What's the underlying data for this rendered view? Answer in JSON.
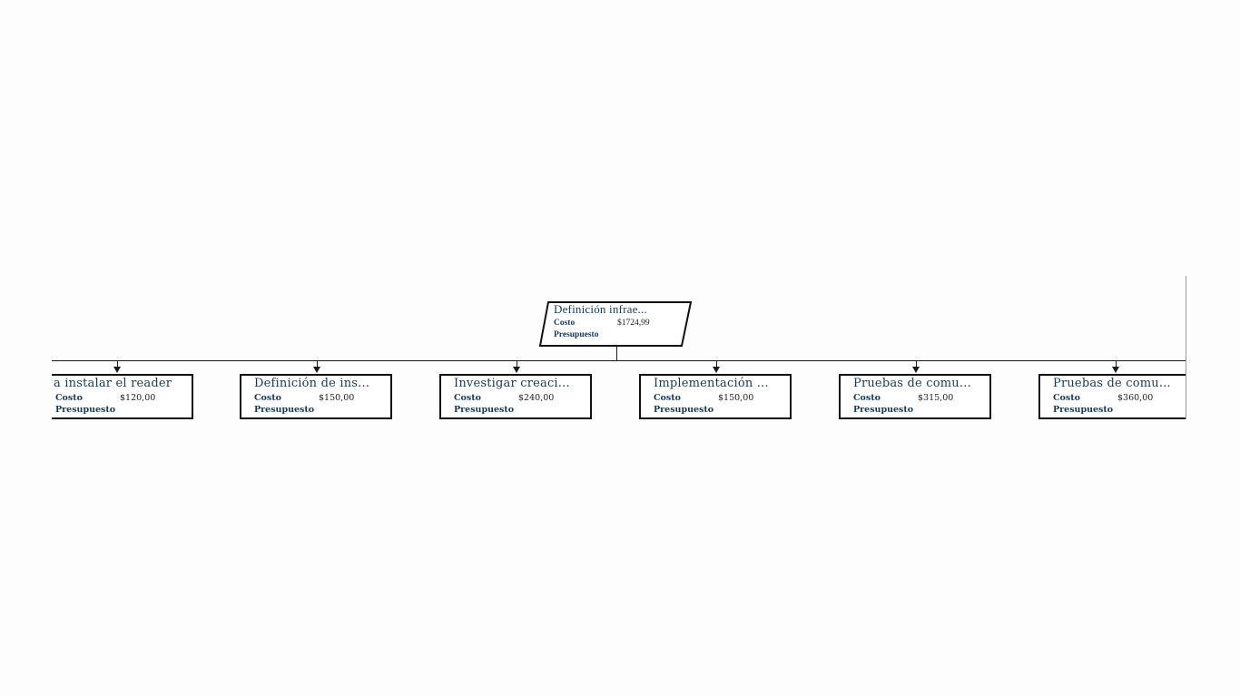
{
  "summary": {
    "title": "Definición infrae...",
    "cost_label": "Costo",
    "cost_value": "$1724,99",
    "budget_label": "Presupuesto",
    "budget_value": ""
  },
  "tasks": [
    {
      "title": "a instalar el reader",
      "cost_label": "Costo",
      "cost_value": "$120,00",
      "budget_label": "Presupuesto",
      "budget_value": ""
    },
    {
      "title": "Definición de ins...",
      "cost_label": "Costo",
      "cost_value": "$150,00",
      "budget_label": "Presupuesto",
      "budget_value": ""
    },
    {
      "title": "Investigar creaci...",
      "cost_label": "Costo",
      "cost_value": "$240,00",
      "budget_label": "Presupuesto",
      "budget_value": ""
    },
    {
      "title": "Implementación ...",
      "cost_label": "Costo",
      "cost_value": "$150,00",
      "budget_label": "Presupuesto",
      "budget_value": ""
    },
    {
      "title": "Pruebas de comu...",
      "cost_label": "Costo",
      "cost_value": "$315,00",
      "budget_label": "Presupuesto",
      "budget_value": ""
    },
    {
      "title": "Pruebas de comu...",
      "cost_label": "Costo",
      "cost_value": "$360,00",
      "budget_label": "Presupuesto",
      "budget_value": ""
    }
  ],
  "colors": {
    "title_text": "#153a5c",
    "border": "#111111",
    "background": "#fdfdfd"
  }
}
